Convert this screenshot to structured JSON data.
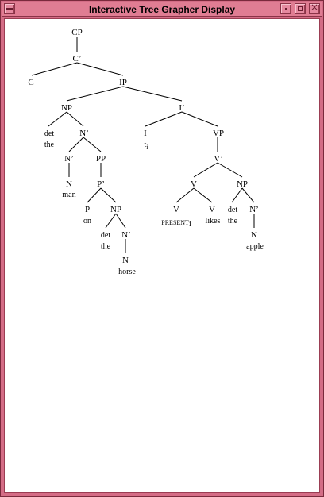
{
  "window": {
    "title": "Interactive Tree Grapher Display"
  },
  "tree": {
    "cp": "CP",
    "c_bar": "C’",
    "c": "C",
    "ip": "IP",
    "np_subj": "NP",
    "i_bar": "I’",
    "det_subj": "det",
    "the_subj": "the",
    "n_bar_subj": "N’",
    "n_bar_man": "N’",
    "pp": "PP",
    "n_man": "N",
    "man": "man",
    "p_bar": "P’",
    "p": "P",
    "on": "on",
    "np_horse": "NP",
    "det_horse": "det",
    "the_horse": "the",
    "n_bar_horse": "N’",
    "n_horse": "N",
    "horse": "horse",
    "i": "I",
    "trace": "t",
    "trace_sub": "i",
    "vp": "VP",
    "v_bar": "V’",
    "v": "V",
    "np_obj": "NP",
    "v_present": "V",
    "v_likes": "V",
    "present": "PRESENT",
    "present_sub": "i",
    "likes": "likes",
    "det_obj": "det",
    "the_obj": "the",
    "n_bar_obj": "N’",
    "n_apple": "N",
    "apple": "apple"
  }
}
